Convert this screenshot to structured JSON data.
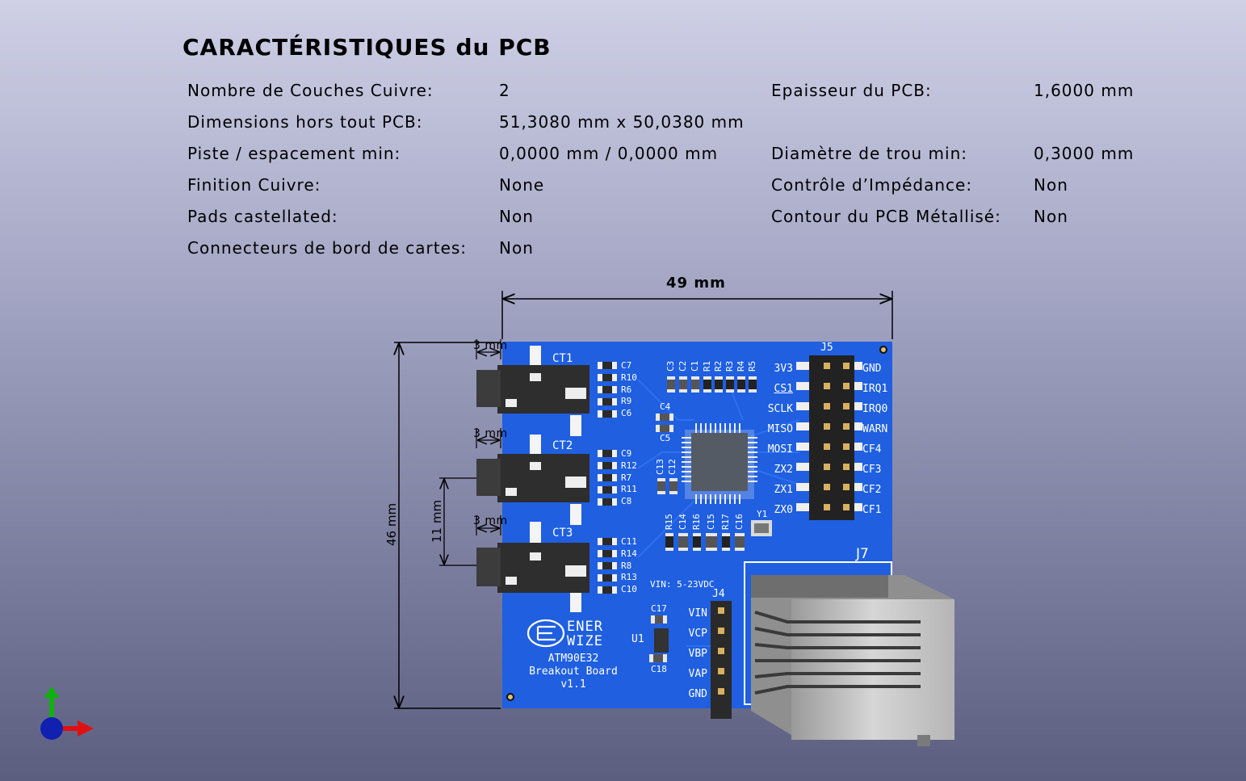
{
  "header": {
    "title": "CARACTÉRISTIQUES du PCB"
  },
  "specs": {
    "layers_label": "Nombre de Couches Cuivre:",
    "layers_value": "2",
    "thickness_label": "Epaisseur du PCB:",
    "thickness_value": "1,6000 mm",
    "dimensions_label": "Dimensions hors tout PCB:",
    "dimensions_value": "51,3080 mm x 50,0380 mm",
    "track_label": "Piste / espacement min:",
    "track_value": "0,0000 mm / 0,0000 mm",
    "hole_label": "Diamètre de trou min:",
    "hole_value": "0,3000 mm",
    "finish_label": "Finition Cuivre:",
    "finish_value": "None",
    "impedance_label": "Contrôle d’Impédance:",
    "impedance_value": "Non",
    "castellated_label": "Pads castellated:",
    "castellated_value": "Non",
    "plated_edge_label": "Contour du PCB Métallisé:",
    "plated_edge_value": "Non",
    "edge_connectors_label": "Connecteurs de bord de cartes:",
    "edge_connectors_value": "Non"
  },
  "dimensions": {
    "width": "49 mm",
    "height": "46 mm",
    "spacing": "11 mm",
    "offset": "3 mm"
  },
  "board": {
    "ct_labels": [
      "CT1",
      "CT2",
      "CT3"
    ],
    "ct1_parts": [
      "C7",
      "R10",
      "R6",
      "R9",
      "C6"
    ],
    "ct2_parts": [
      "C9",
      "R12",
      "R7",
      "R11",
      "C8"
    ],
    "ct3_parts": [
      "C11",
      "R14",
      "R8",
      "R13",
      "C10"
    ],
    "top_parts": [
      "C3",
      "C2",
      "C1",
      "R1",
      "R2",
      "R3",
      "R4",
      "R5"
    ],
    "mid_parts": [
      "C4",
      "C5",
      "C13",
      "C12"
    ],
    "bottom_parts": [
      "R15",
      "C14",
      "R16",
      "C15",
      "R17",
      "C16",
      "Y1"
    ],
    "j5_label": "J5",
    "j5_left": [
      "3V3",
      "CS1",
      "SCLK",
      "MISO",
      "MOSI",
      "ZX2",
      "ZX1",
      "ZX0"
    ],
    "j5_right": [
      "GND",
      "IRQ1",
      "IRQ0",
      "WARN",
      "CF4",
      "CF3",
      "CF2",
      "CF1"
    ],
    "j4_label": "J4",
    "j4_pins": [
      "VIN",
      "VCP",
      "VBP",
      "VAP",
      "GND"
    ],
    "j7_label": "J7",
    "vin_note": "VIN: 5-23VDC",
    "u1_label": "U1",
    "c17_label": "C17",
    "c18_label": "C18",
    "logo_line1": "ENER",
    "logo_line2": "WIZE",
    "board_name_1": "ATM90E32",
    "board_name_2": "Breakout Board",
    "board_name_3": "v1.1"
  },
  "colors": {
    "board": "#1f5fe0",
    "silkscreen": "#ffffff",
    "jack": "#2e2e2e",
    "connector_grey": "#c8c8c8",
    "axis_x": "#e01010",
    "axis_y": "#10b010",
    "axis_z": "#1020b0"
  },
  "icons": [
    "axis-gizmo-icon"
  ]
}
